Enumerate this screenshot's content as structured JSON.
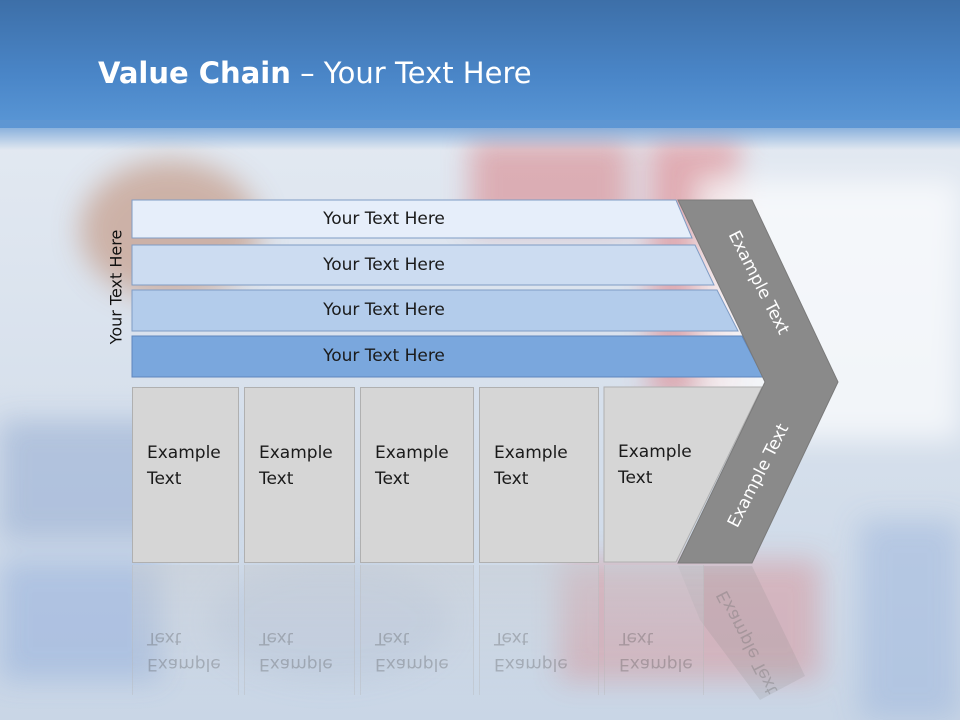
{
  "title": {
    "bold": "Value Chain",
    "rest": " – Your Text Here"
  },
  "side_label": "Your Text Here",
  "bars": [
    {
      "label": "Your Text Here",
      "color": "#e6eefa"
    },
    {
      "label": "Your Text Here",
      "color": "#ccdcf1"
    },
    {
      "label": "Your Text Here",
      "color": "#b3cceb"
    },
    {
      "label": "Your Text Here",
      "color": "#7aa7dd"
    }
  ],
  "boxes": [
    {
      "line1": "Example",
      "line2": "Text"
    },
    {
      "line1": "Example",
      "line2": "Text"
    },
    {
      "line1": "Example",
      "line2": "Text"
    },
    {
      "line1": "Example",
      "line2": "Text"
    },
    {
      "line1": "Example",
      "line2": "Text"
    }
  ],
  "chevron": {
    "upper_label": "Example Text",
    "lower_label": "Example Text",
    "color": "#8a8a8a"
  }
}
